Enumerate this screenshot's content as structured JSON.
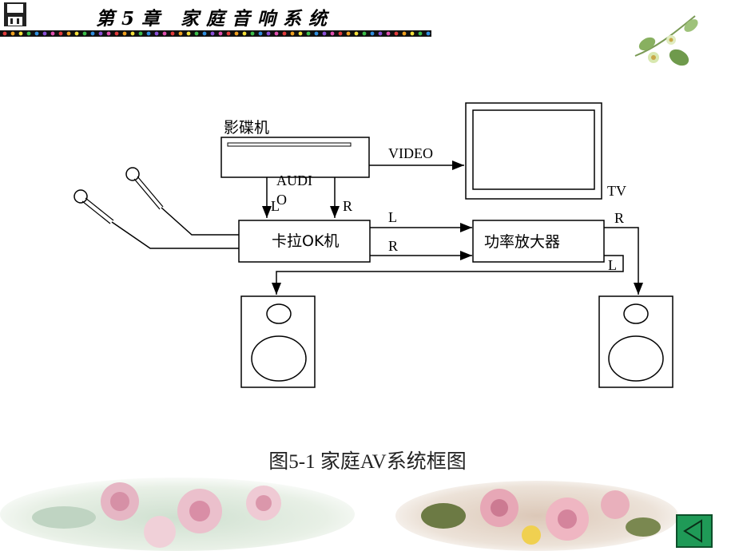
{
  "header": {
    "title": "第5章 家庭音响系统"
  },
  "diagram": {
    "dvd_label": "影碟机",
    "audio_label": "AUDI",
    "audio_label2": "O",
    "video_label": "VIDEO",
    "tv_label": "TV",
    "karaoke_label": "卡拉OK机",
    "amp_label": "功率放大器",
    "l": "L",
    "r": "R"
  },
  "caption": "图5-1 家庭AV系统框图",
  "colors": {
    "back_button": "#1f9a57",
    "stripe_dark": "#111111"
  },
  "icons": {
    "save": "floppy-disk-icon",
    "back": "triangle-left-icon"
  }
}
